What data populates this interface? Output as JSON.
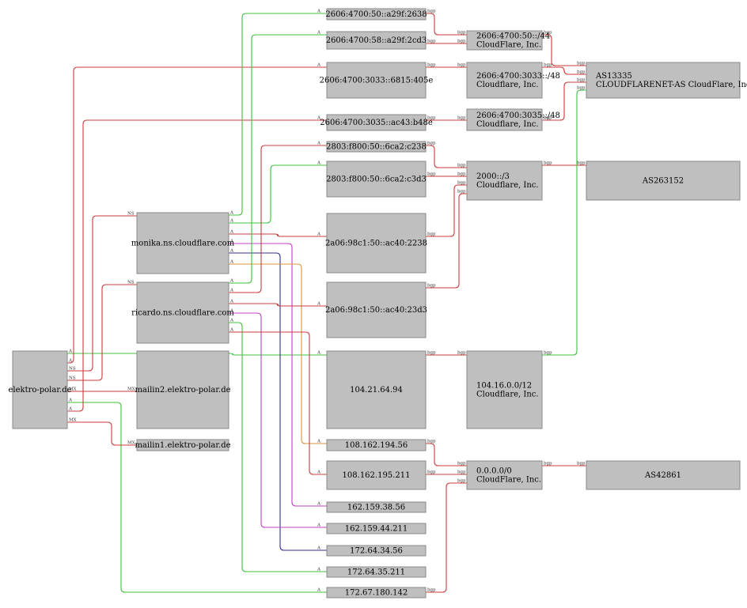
{
  "colors": {
    "A": "#3cc43c",
    "A_alt": "#cc3b3b",
    "NS": "#cc3b3b",
    "MX": "#cc3b3b",
    "bgp": "#cc3b3b",
    "purple": "#c040c0",
    "navy": "#303090",
    "orange": "#d8943c",
    "node_fill": "#c0bfc0"
  },
  "nodes": [
    {
      "id": "domain",
      "lines": [
        "elektro-polar.de"
      ]
    },
    {
      "id": "ns1",
      "lines": [
        "monika.ns.cloudflare.com"
      ]
    },
    {
      "id": "ns2",
      "lines": [
        "ricardo.ns.cloudflare.com"
      ]
    },
    {
      "id": "mx1",
      "lines": [
        "mailin2.elektro-polar.de"
      ]
    },
    {
      "id": "mx2",
      "lines": [
        "mailin1.elektro-polar.de"
      ]
    },
    {
      "id": "ip6a",
      "lines": [
        "2606:4700:50::a29f:2638"
      ]
    },
    {
      "id": "ip6b",
      "lines": [
        "2606:4700:58::a29f:2cd3"
      ]
    },
    {
      "id": "ip6c",
      "lines": [
        "2606:4700:3033::6815:405e"
      ]
    },
    {
      "id": "ip6d",
      "lines": [
        "2606:4700:3035::ac43:b48e"
      ]
    },
    {
      "id": "ip6e",
      "lines": [
        "2803:f800:50::6ca2:c238"
      ]
    },
    {
      "id": "ip6f",
      "lines": [
        "2803:f800:50::6ca2:c3d3"
      ]
    },
    {
      "id": "ip6g",
      "lines": [
        "2a06:98c1:50::ac40:2238"
      ]
    },
    {
      "id": "ip6h",
      "lines": [
        "2a06:98c1:50::ac40:23d3"
      ]
    },
    {
      "id": "ip4a",
      "lines": [
        "104.21.64.94"
      ]
    },
    {
      "id": "ip4b",
      "lines": [
        "108.162.194.56"
      ]
    },
    {
      "id": "ip4c",
      "lines": [
        "108.162.195.211"
      ]
    },
    {
      "id": "ip4d",
      "lines": [
        "162.159.38.56"
      ]
    },
    {
      "id": "ip4e",
      "lines": [
        "162.159.44.211"
      ]
    },
    {
      "id": "ip4f",
      "lines": [
        "172.64.34.56"
      ]
    },
    {
      "id": "ip4g",
      "lines": [
        "172.64.35.211"
      ]
    },
    {
      "id": "ip4h",
      "lines": [
        "172.67.180.142"
      ]
    },
    {
      "id": "pfx1",
      "lines": [
        "2606:4700:50::/44",
        "CloudFlare, Inc."
      ]
    },
    {
      "id": "pfx2",
      "lines": [
        "2606:4700:3033::/48",
        "Cloudflare, Inc."
      ]
    },
    {
      "id": "pfx3",
      "lines": [
        "2606:4700:3035::/48",
        "Cloudflare, Inc."
      ]
    },
    {
      "id": "pfx4",
      "lines": [
        "2000::/3",
        "Cloudflare, Inc."
      ]
    },
    {
      "id": "pfx5",
      "lines": [
        "104.16.0.0/12",
        "Cloudflare, Inc."
      ]
    },
    {
      "id": "pfx6",
      "lines": [
        "0.0.0.0/0",
        "CloudFlare, Inc."
      ]
    },
    {
      "id": "as1",
      "lines": [
        "AS13335",
        "CLOUDFLARENET-AS CloudFlare, Inc."
      ]
    },
    {
      "id": "as2",
      "lines": [
        "AS263152"
      ]
    },
    {
      "id": "as3",
      "lines": [
        "AS42861"
      ]
    }
  ],
  "edges": [
    {
      "from": "domain",
      "to": "ip4a",
      "label": "A",
      "color": "A"
    },
    {
      "from": "domain",
      "to": "ip6c",
      "label": "A",
      "color": "A_alt"
    },
    {
      "from": "domain",
      "to": "ns1",
      "label": "NS",
      "color": "NS"
    },
    {
      "from": "domain",
      "to": "ns2",
      "label": "NS",
      "color": "NS"
    },
    {
      "from": "domain",
      "to": "mx1",
      "label": "MX",
      "color": "MX"
    },
    {
      "from": "domain",
      "to": "ip4h",
      "label": "A",
      "color": "A"
    },
    {
      "from": "domain",
      "to": "ip6d",
      "label": "A",
      "color": "A_alt"
    },
    {
      "from": "domain",
      "to": "mx2",
      "label": "MX",
      "color": "MX"
    },
    {
      "from": "ns1",
      "to": "ip6a",
      "label": "A",
      "color": "A"
    },
    {
      "from": "ns1",
      "to": "ip6f",
      "label": "A",
      "color": "A"
    },
    {
      "from": "ns1",
      "to": "ip6g",
      "label": "A",
      "color": "A_alt"
    },
    {
      "from": "ns1",
      "to": "ip4d",
      "label": "A",
      "color": "purple"
    },
    {
      "from": "ns1",
      "to": "ip4f",
      "label": "A",
      "color": "navy"
    },
    {
      "from": "ns1",
      "to": "ip4b",
      "label": "A",
      "color": "orange"
    },
    {
      "from": "ns2",
      "to": "ip6b",
      "label": "A",
      "color": "A"
    },
    {
      "from": "ns2",
      "to": "ip6e",
      "label": "A",
      "color": "A_alt"
    },
    {
      "from": "ns2",
      "to": "ip6h",
      "label": "A",
      "color": "A_alt"
    },
    {
      "from": "ns2",
      "to": "ip4e",
      "label": "A",
      "color": "purple"
    },
    {
      "from": "ns2",
      "to": "ip4g",
      "label": "A",
      "color": "A"
    },
    {
      "from": "ns2",
      "to": "ip4c",
      "label": "A",
      "color": "A_alt"
    },
    {
      "from": "ip6a",
      "to": "pfx1",
      "label": "bgp",
      "color": "bgp"
    },
    {
      "from": "ip6b",
      "to": "pfx1",
      "label": "bgp",
      "color": "bgp"
    },
    {
      "from": "ip6c",
      "to": "pfx2",
      "label": "bgp",
      "color": "bgp"
    },
    {
      "from": "ip6d",
      "to": "pfx3",
      "label": "bgp",
      "color": "bgp"
    },
    {
      "from": "ip6e",
      "to": "pfx4",
      "label": "bgp",
      "color": "bgp"
    },
    {
      "from": "ip6f",
      "to": "pfx4",
      "label": "bgp",
      "color": "bgp"
    },
    {
      "from": "ip6g",
      "to": "pfx4",
      "label": "bgp",
      "color": "bgp"
    },
    {
      "from": "ip6h",
      "to": "pfx4",
      "label": "bgp",
      "color": "bgp"
    },
    {
      "from": "ip4a",
      "to": "pfx5",
      "label": "bgp",
      "color": "bgp"
    },
    {
      "from": "ip4b",
      "to": "pfx6",
      "label": "bgp",
      "color": "bgp"
    },
    {
      "from": "ip4c",
      "to": "pfx6",
      "label": "bgp",
      "color": "bgp"
    },
    {
      "from": "ip4h",
      "to": "pfx6",
      "label": "bgp",
      "color": "bgp"
    },
    {
      "from": "pfx1",
      "to": "as1",
      "label": "bgp",
      "color": "bgp"
    },
    {
      "from": "pfx2",
      "to": "as1",
      "label": "bgp",
      "color": "bgp"
    },
    {
      "from": "pfx3",
      "to": "as1",
      "label": "bgp",
      "color": "bgp"
    },
    {
      "from": "pfx4",
      "to": "as2",
      "label": "bgp",
      "color": "bgp"
    },
    {
      "from": "pfx5",
      "to": "as1",
      "label": "bgp",
      "color": "A"
    },
    {
      "from": "pfx6",
      "to": "as3",
      "label": "bgp",
      "color": "bgp"
    }
  ]
}
